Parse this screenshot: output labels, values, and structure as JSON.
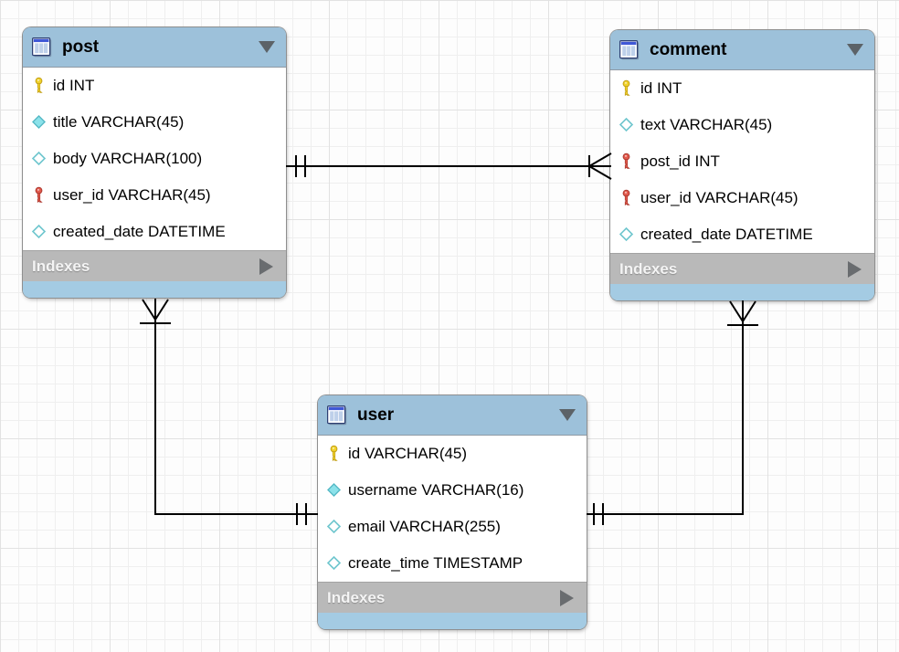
{
  "tables": [
    {
      "name": "post",
      "indexes_label": "Indexes",
      "columns": [
        {
          "label": "id INT",
          "icon": "primary-key"
        },
        {
          "label": "title VARCHAR(45)",
          "icon": "attribute-filled"
        },
        {
          "label": "body VARCHAR(100)",
          "icon": "attribute-hollow"
        },
        {
          "label": "user_id VARCHAR(45)",
          "icon": "foreign-key"
        },
        {
          "label": "created_date DATETIME",
          "icon": "attribute-hollow"
        }
      ]
    },
    {
      "name": "comment",
      "indexes_label": "Indexes",
      "columns": [
        {
          "label": "id INT",
          "icon": "primary-key"
        },
        {
          "label": "text VARCHAR(45)",
          "icon": "attribute-hollow"
        },
        {
          "label": "post_id INT",
          "icon": "foreign-key"
        },
        {
          "label": "user_id VARCHAR(45)",
          "icon": "foreign-key"
        },
        {
          "label": "created_date DATETIME",
          "icon": "attribute-hollow"
        }
      ]
    },
    {
      "name": "user",
      "indexes_label": "Indexes",
      "columns": [
        {
          "label": "id VARCHAR(45)",
          "icon": "primary-key"
        },
        {
          "label": "username VARCHAR(16)",
          "icon": "attribute-filled"
        },
        {
          "label": "email VARCHAR(255)",
          "icon": "attribute-hollow"
        },
        {
          "label": "create_time TIMESTAMP",
          "icon": "attribute-hollow"
        }
      ]
    }
  ],
  "relationships": [
    {
      "from": "post",
      "to": "comment",
      "cardinality": "one-to-many",
      "from_end": "one-mandatory",
      "to_end": "many"
    },
    {
      "from": "user",
      "to": "post",
      "cardinality": "one-to-many",
      "from_end": "one-mandatory",
      "to_end": "many"
    },
    {
      "from": "user",
      "to": "comment",
      "cardinality": "one-to-many",
      "from_end": "one-mandatory",
      "to_end": "many"
    }
  ],
  "colors": {
    "header_blue": "#9dc1da",
    "footer_blue": "#a4cbe3",
    "indexes_gray": "#b9b9b9",
    "primary_key_yellow": "#f1d22b",
    "foreign_key_red": "#e25a4d",
    "attribute_cyan": "#8ce2ea",
    "line_black": "#000000"
  }
}
